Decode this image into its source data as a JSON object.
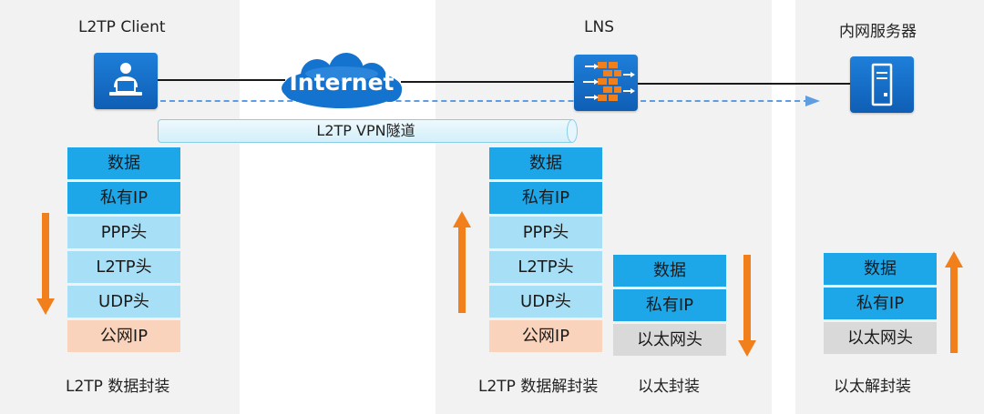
{
  "devices": {
    "client_label": "L2TP Client",
    "lns_label": "LNS",
    "server_label": "内网服务器"
  },
  "network": {
    "internet_label": "Internet",
    "tunnel_label": "L2TP VPN隧道"
  },
  "stacks": {
    "client_encap": [
      "数据",
      "私有IP",
      "PPP头",
      "L2TP头",
      "UDP头",
      "公网IP"
    ],
    "lns_decap": [
      "数据",
      "私有IP",
      "PPP头",
      "L2TP头",
      "UDP头",
      "公网IP"
    ],
    "lns_eth_encap": [
      "数据",
      "私有IP",
      "以太网头"
    ],
    "server_eth_decap": [
      "数据",
      "私有IP",
      "以太网头"
    ]
  },
  "captions": {
    "client": "L2TP 数据封装",
    "lns_decap": "L2TP 数据解封装",
    "lns_encap": "以太封装",
    "server": "以太解封装"
  },
  "colors": {
    "data_cell": "#1ea7e8",
    "header_cell": "#a6dff6",
    "public_ip_cell": "#f9d3bc",
    "ethernet_cell": "#d9d9d9",
    "arrow": "#f07f1c",
    "device": "#1373cf",
    "cloud": "#1373cf"
  },
  "icons": {
    "client": "user-at-computer-icon",
    "lns": "firewall-icon",
    "server": "server-icon",
    "internet": "cloud-icon"
  }
}
